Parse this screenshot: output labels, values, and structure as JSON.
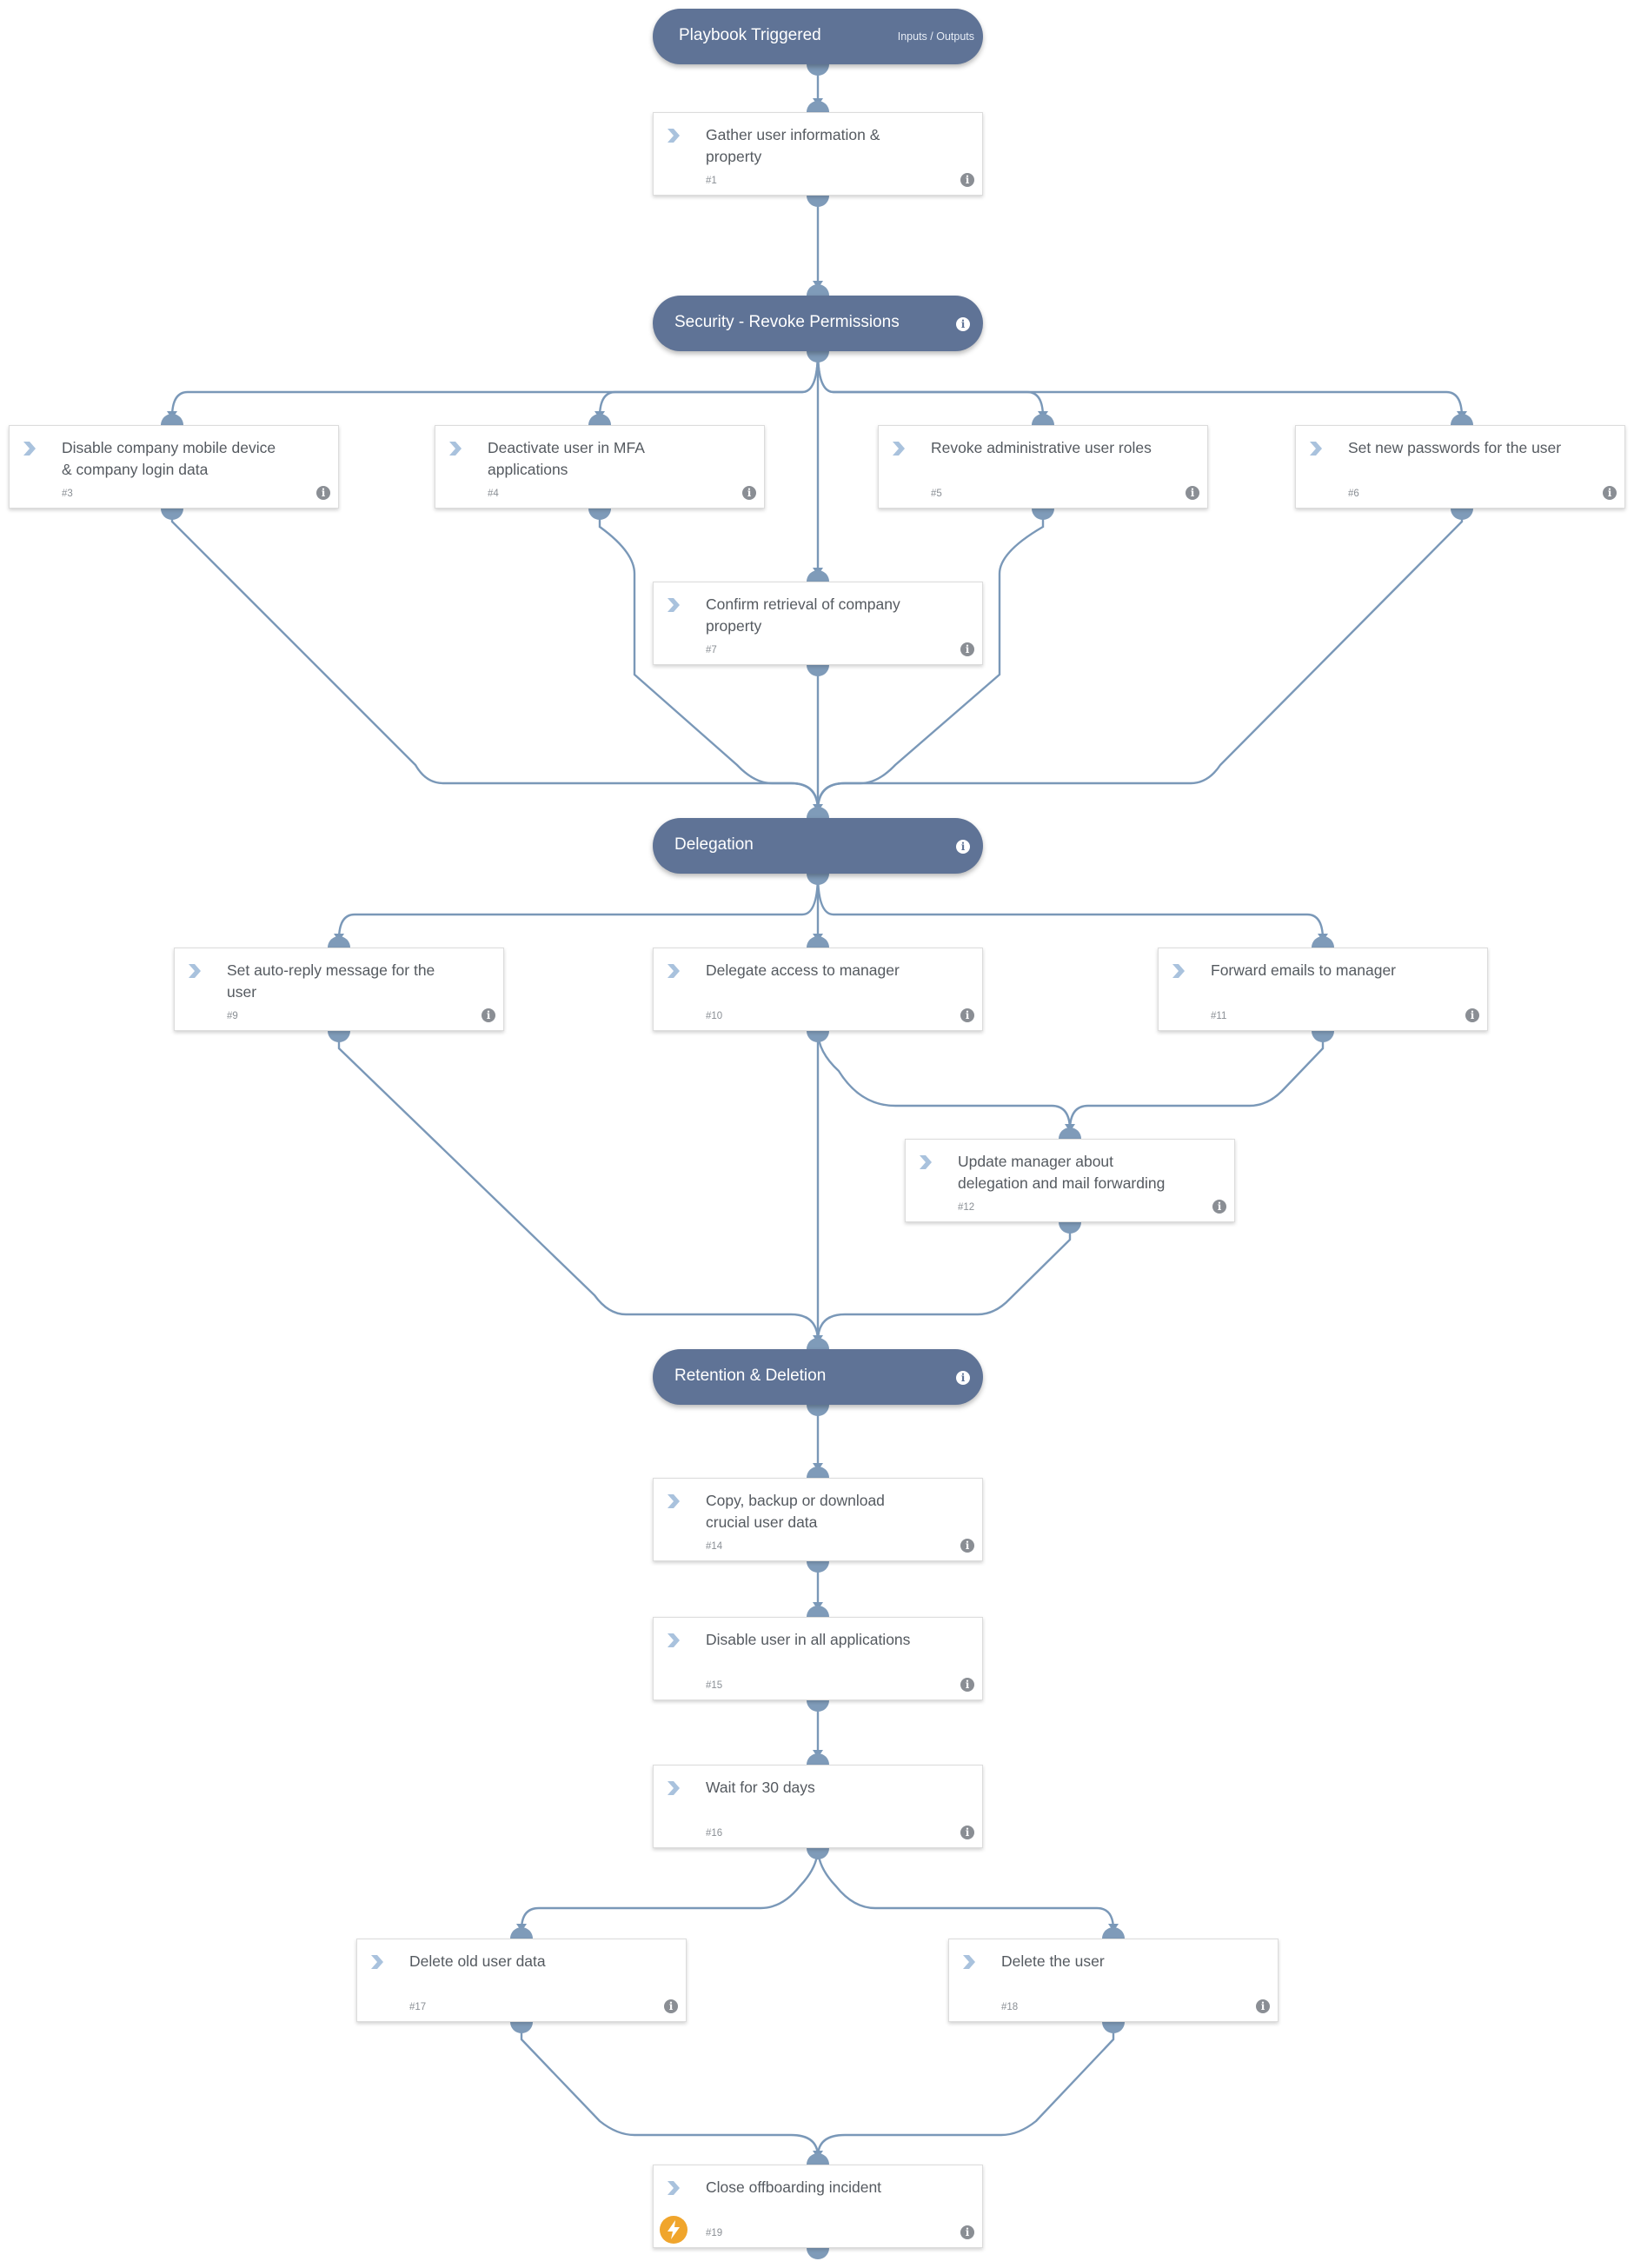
{
  "playbook": {
    "trigger": {
      "title": "Playbook Triggered",
      "io_link": "Inputs / Outputs"
    },
    "sections": {
      "security": "Security - Revoke Permissions",
      "delegation": "Delegation",
      "retention": "Retention & Deletion"
    },
    "info_glyph": "i",
    "tasks": {
      "t1": {
        "label": "Gather user information & property",
        "number": "#1"
      },
      "t3": {
        "label": "Disable company mobile device & company login data",
        "number": "#3"
      },
      "t4": {
        "label": "Deactivate user in MFA applications",
        "number": "#4"
      },
      "t5": {
        "label": "Revoke administrative user roles",
        "number": "#5"
      },
      "t6": {
        "label": "Set new passwords for the user",
        "number": "#6"
      },
      "t7": {
        "label": "Confirm retrieval of company property",
        "number": "#7"
      },
      "t9": {
        "label": "Set auto-reply message for the user",
        "number": "#9"
      },
      "t10": {
        "label": "Delegate access to manager",
        "number": "#10"
      },
      "t11": {
        "label": "Forward emails to manager",
        "number": "#11"
      },
      "t12": {
        "label": "Update manager about delegation and mail forwarding",
        "number": "#12"
      },
      "t14": {
        "label": "Copy, backup or download crucial user data",
        "number": "#14"
      },
      "t15": {
        "label": "Disable user in all applications",
        "number": "#15"
      },
      "t16": {
        "label": "Wait for 30 days",
        "number": "#16"
      },
      "t17": {
        "label": "Delete old user data",
        "number": "#17"
      },
      "t18": {
        "label": "Delete the user",
        "number": "#18"
      },
      "t19": {
        "label": "Close offboarding incident",
        "number": "#19",
        "icon": "lightning-icon"
      }
    }
  },
  "colors": {
    "section_fill": "#5f7396",
    "edge": "#7a98b8",
    "port": "#7f9bb9",
    "chevron": "#a9c2dd",
    "automation_badge": "#f0a52c"
  }
}
